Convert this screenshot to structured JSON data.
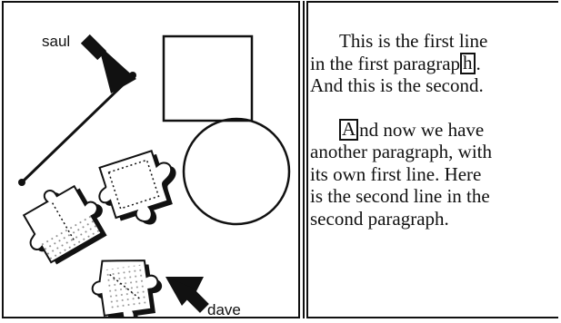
{
  "canvas": {
    "cursors": [
      {
        "name": "saul",
        "label": "saul"
      },
      {
        "name": "dave",
        "label": "dave"
      }
    ],
    "shapes": [
      "line",
      "square",
      "circle",
      "puzzle-piece",
      "puzzle-piece",
      "puzzle-piece"
    ]
  },
  "editor": {
    "paragraphs": [
      {
        "lines": [
          {
            "before": "This is the first line",
            "boxed": "",
            "after": ""
          },
          {
            "before": "in the first paragrap",
            "boxed": "h",
            "after": "."
          },
          {
            "before": "And this is the second.",
            "boxed": "",
            "after": ""
          }
        ]
      },
      {
        "lines": [
          {
            "before": "",
            "boxed": "A",
            "after": "nd now we have"
          },
          {
            "before": "another paragraph, with",
            "boxed": "",
            "after": ""
          },
          {
            "before": "its own first line. Here",
            "boxed": "",
            "after": ""
          },
          {
            "before": "is the second line in the",
            "boxed": "",
            "after": ""
          },
          {
            "before": "second paragraph.",
            "boxed": "",
            "after": ""
          }
        ]
      }
    ]
  },
  "colors": {
    "ink": "#111111",
    "background": "#ffffff"
  }
}
